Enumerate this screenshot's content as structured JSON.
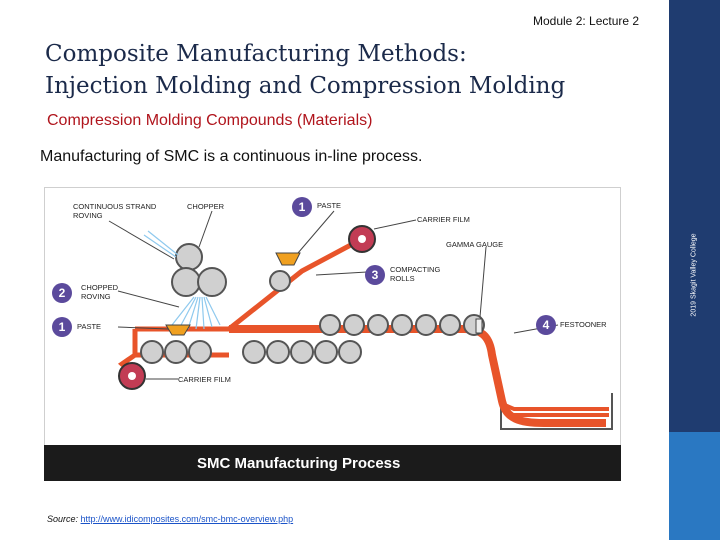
{
  "header": {
    "module": "Module 2: Lecture 2",
    "title_line1": "Composite Manufacturing Methods:",
    "title_line2": "Injection Molding and Compression Molding"
  },
  "subtitle": "Compression Molding Compounds (Materials)",
  "body_text": "Manufacturing of SMC is a continuous in-line process.",
  "sidebar": {
    "copyright": "2019 Skagit Valley College"
  },
  "figure": {
    "caption": "SMC Manufacturing Process",
    "labels": {
      "continuous_strand_roving": [
        "CONTINUOUS STRAND",
        "ROVING"
      ],
      "chopper": "CHOPPER",
      "paste_top": "PASTE",
      "carrier_film_top": "CARRIER FILM",
      "gamma_gauge": "GAMMA GAUGE",
      "compacting_rolls": [
        "COMPACTING",
        "ROLLS"
      ],
      "chopped_roving": [
        "CHOPPED",
        "ROVING"
      ],
      "paste_left": "PASTE",
      "festooner": "FESTOONER",
      "carrier_film_bottom": "CARRIER FILM"
    },
    "markers": [
      "1",
      "2",
      "3",
      "4",
      "1"
    ],
    "colors": {
      "marker": "#5b4a9c",
      "film": "#e8542a",
      "paste": "#f0a020",
      "roll_fill": "#c23c54",
      "caption_bar": "#1b1b1b"
    }
  },
  "source": {
    "label": "Source:",
    "url": "http://www.idicomposites.com/smc-bmc-overview.php"
  }
}
